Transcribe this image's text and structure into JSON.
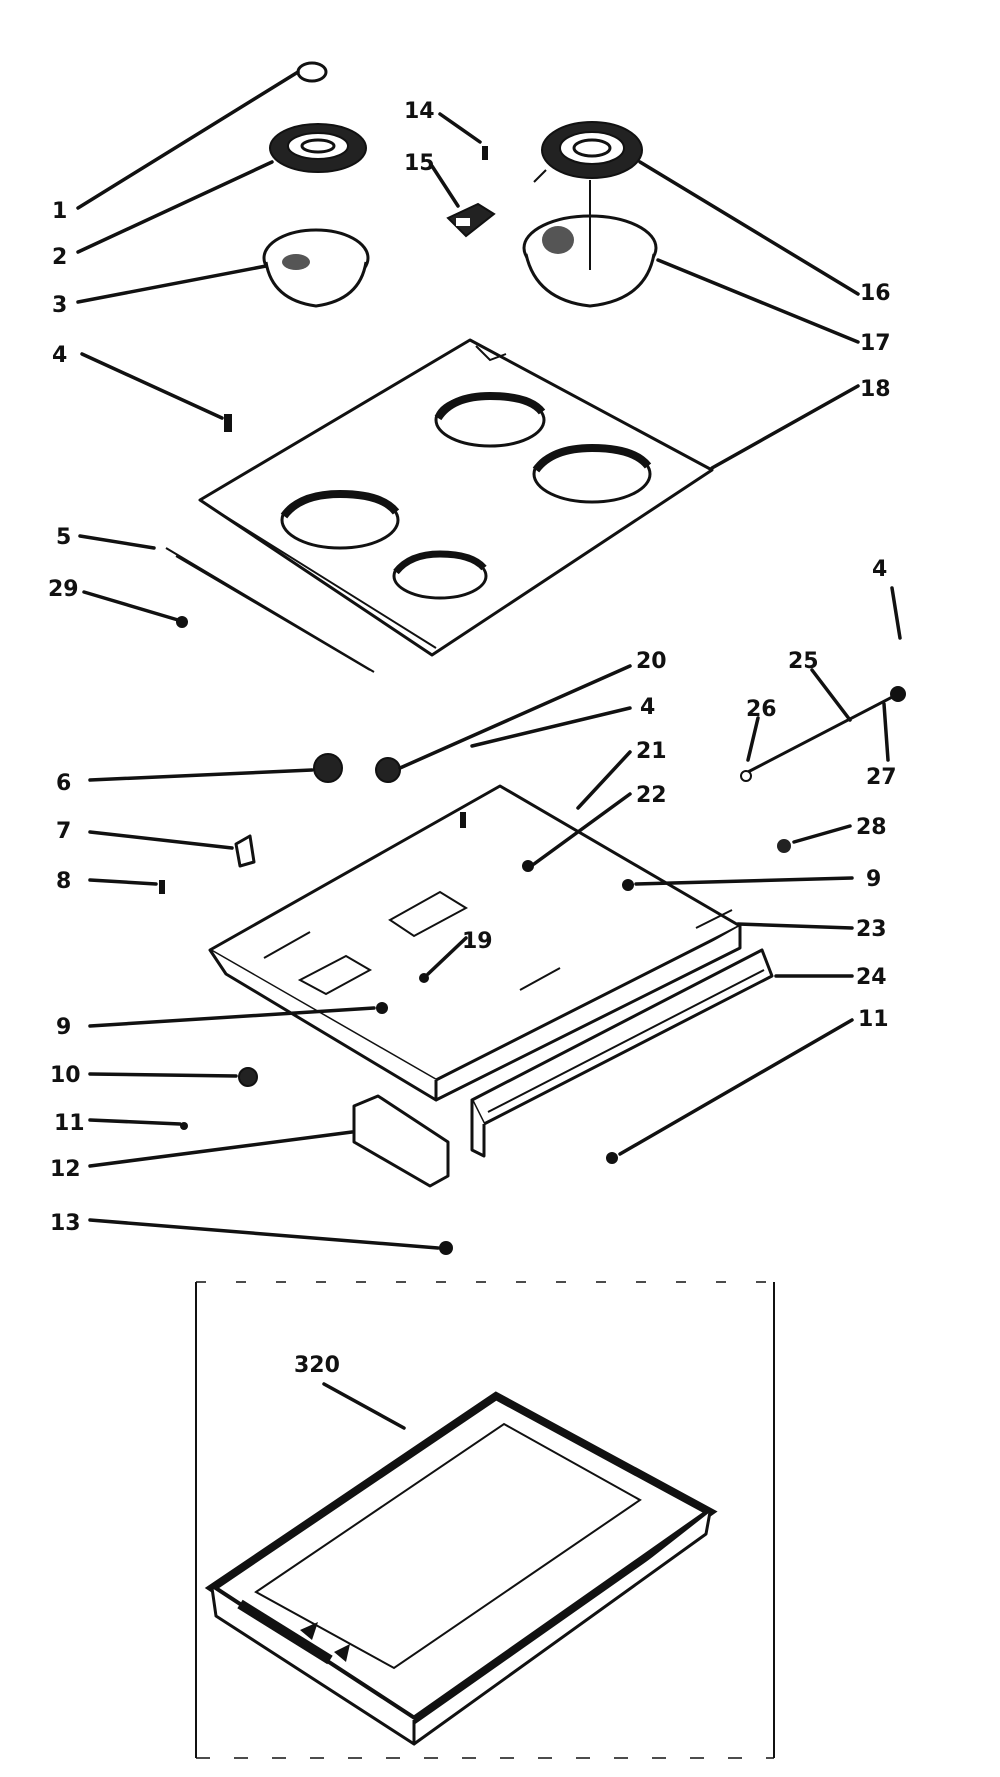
{
  "callouts": [
    {
      "id": "l1",
      "text": "1"
    },
    {
      "id": "l2",
      "text": "2"
    },
    {
      "id": "l3",
      "text": "3"
    },
    {
      "id": "l4a",
      "text": "4"
    },
    {
      "id": "l5",
      "text": "5"
    },
    {
      "id": "l29",
      "text": "29"
    },
    {
      "id": "l14",
      "text": "14"
    },
    {
      "id": "l15",
      "text": "15"
    },
    {
      "id": "l16",
      "text": "16"
    },
    {
      "id": "l17",
      "text": "17"
    },
    {
      "id": "l18",
      "text": "18"
    },
    {
      "id": "l4b",
      "text": "4"
    },
    {
      "id": "l25",
      "text": "25"
    },
    {
      "id": "l26",
      "text": "26"
    },
    {
      "id": "l27",
      "text": "27"
    },
    {
      "id": "l20",
      "text": "20"
    },
    {
      "id": "l4c",
      "text": "4"
    },
    {
      "id": "l21",
      "text": "21"
    },
    {
      "id": "l22",
      "text": "22"
    },
    {
      "id": "l28",
      "text": "28"
    },
    {
      "id": "l9a",
      "text": "9"
    },
    {
      "id": "l23",
      "text": "23"
    },
    {
      "id": "l24",
      "text": "24"
    },
    {
      "id": "l19",
      "text": "19"
    },
    {
      "id": "l6",
      "text": "6"
    },
    {
      "id": "l7",
      "text": "7"
    },
    {
      "id": "l8",
      "text": "8"
    },
    {
      "id": "l9b",
      "text": "9"
    },
    {
      "id": "l10",
      "text": "10"
    },
    {
      "id": "l11a",
      "text": "11"
    },
    {
      "id": "l11b",
      "text": "11"
    },
    {
      "id": "l12",
      "text": "12"
    },
    {
      "id": "l13",
      "text": "13"
    },
    {
      "id": "l320",
      "text": "320"
    }
  ]
}
